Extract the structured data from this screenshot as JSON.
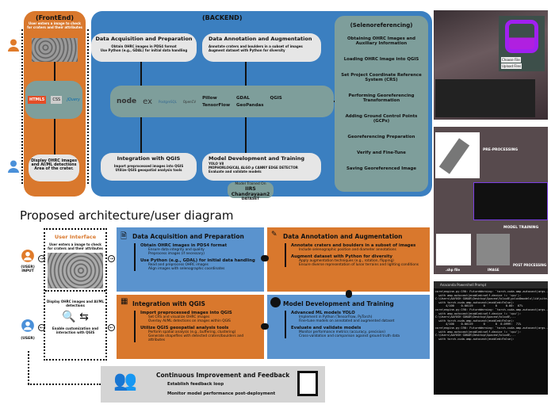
{
  "frontend": {
    "title": "(FrontEnd)",
    "input_text": "User enters a image to check for craters and their attributes",
    "tech": [
      "HTML5",
      "CSS",
      "jQuery"
    ],
    "display_text": "Display OHRC images and AI/ML detections Area of the crater."
  },
  "backend": {
    "title": "(BACKEND)",
    "acq": {
      "title": "Data Acquisition and Preparation",
      "items": [
        "Obtain OHRC images in PDS4 format",
        "Use Python (e.g., GDAL) for initial data handling"
      ]
    },
    "annot": {
      "title": "Data Annotation and Augmentation",
      "items": [
        "Annotate craters and boulders in a subset of images",
        "Augment dataset with Python for diversity"
      ]
    },
    "tech": {
      "logos": [
        "node",
        "ex",
        "PostgreSQL",
        "OpenCV"
      ],
      "libs": [
        "Pillow",
        "GDAL",
        "QGIS",
        "TensorFlow",
        "GeoPandas"
      ]
    },
    "integ": {
      "title": "Integration with QGIS",
      "items": [
        "Import preprocessed images into QGIS",
        "Utilize QGIS geospatial analysis tools"
      ]
    },
    "model": {
      "title": "Model Development and Training",
      "items": [
        "YOLO V8",
        "MOPHORLOGICAL ALGO p CANNY EDGE DETECTOR",
        "Evaluate and validate models"
      ]
    },
    "trained_on": {
      "label": "Model Trained On",
      "name": "IIRS Chandrayaan2",
      "sub": "DATASET"
    }
  },
  "seleno": {
    "title": "(Selenoreferencing)",
    "steps": [
      "Obtaining OHRC Images and Auxiliary Information",
      "Loading OHRC Image into QGIS",
      "Set Project Coordinate Reference System (CRS)",
      "Performing Georeferencing Transformation",
      "Adding Ground Control Points (GCPs)",
      "Georeferencing Preparation",
      "Verify and Fine-Tune",
      "Saving Georeferenced Image"
    ]
  },
  "diagram_title": "Proposed architecture/user diagram",
  "ui": {
    "title": "User Interface",
    "input_text": "User enters a image to check for craters and their attributes",
    "display_text": "Display OHRC images and AI/ML detections",
    "custom_text": "Enable customization and interaction with QGIS",
    "user_input": "(USER) INPUT",
    "user": "(USER)"
  },
  "cards": {
    "acq": {
      "title": "Data Acquisition and Preparation",
      "m1": "Obtain OHRC images in PDS4 format",
      "s1": [
        "Ensure data integrity and quality",
        "Preprocess images (if necessary)"
      ],
      "m2": "Use Python (e.g., GDAL) for initial data handling",
      "s2": [
        "Read and preprocess OHRC images",
        "Align images with selenographic coordinates"
      ]
    },
    "annot": {
      "title": "Data Annotation and Augmentation",
      "m1": "Annotate craters and boulders in a subset of images",
      "s1": [
        "Include selenographic position and diameter annotations"
      ],
      "m2": "Augment dataset with Python for diversity",
      "s2": [
        "Apply augmentation techniques (e.g., rotation, flipping)",
        "Ensure diverse representation of lunar terrains and lighting conditions"
      ]
    },
    "integ": {
      "title": "Integration with QGIS",
      "m1": "Import preprocessed images into QGIS",
      "s1": [
        "Set CRS and visualize OHRC images",
        "Overlay AI/ML detections on images within QGIS"
      ],
      "m2": "Utilize QGIS geospatial analysis tools",
      "s2": [
        "Perform spatial analysis (e.g., buffering, clustering)",
        "Generate shapefiles with detected craters/boulders and attributes"
      ]
    },
    "model": {
      "title": "Model Development and Training",
      "m1": "Advanced ML models  YOLO",
      "s1": [
        "Implement in Python (TensorFlow, PyTorch)",
        "Fine-tune models on annotated and augmented dataset"
      ],
      "m2": "Evaluate and validate models",
      "s2": [
        "Monitor performance metrics (accuracy, precision)",
        "Cross-validation and comparison against ground truth data"
      ]
    },
    "cont": {
      "title": "Continuous Improvement and Feedback",
      "items": [
        "Establish feedback loop",
        "Monitor model performance post-deployment"
      ]
    }
  },
  "side": {
    "upload": {
      "choose": "Choose File",
      "upload": "Upload Files"
    },
    "pipeline": {
      "pre": "PRE-PROCESSING",
      "train": "MODEL TRAINING",
      "post": "POST PROCESSING",
      "shp": ".shp file",
      "image": "IMAGE"
    },
    "terminal": {
      "tab": "Anaconda Powershell Prompt",
      "text": "core\\engine.py:190: FutureWarning: `torch.cuda.amp.autocast(args...)` is deprecated. Please use `torch.amp.autocast('cuda', args...)` instead.\n  with amp.autocast(enabled=self.device != 'cpu'):\nC:\\Users\\AAYUSH GOKAR\\Desktop\\Spacea\\Yolov8\\yolov8models\\lib\\site-packages\\ultralytics\\...\n  with torch.cuda.amp.autocast(enabled=False):\n      4/100    0.00119      0      0     0.00:  67%\ncore\\engine.py:190: FutureWarning: `torch.cuda.amp.autocast(args...)` is deprecated.\n  with amp.autocast(enabled=self.device != 'cpu'):\nC:\\Users\\AAYUSH GOKAR\\Desktop\\Spacea\\Yolov8\\...\n  with torch.cuda.amp.autocast(enabled=False):\n      4/100    0.00119      0      0  0.0999:  71%\ncore\\engine.py:190: FutureWarning: `torch.cuda.amp.autocast(args...)`\n  with amp.autocast(enabled=self.device != 'cpu'):\nC:\\Users\\AAYUSH GOKAR\\Desktop\\Spacea\\Yolov8\\...\n  with torch.cuda.amp.autocast(enabled=False):"
    }
  },
  "colors": {
    "orange": "#d9782d",
    "blue": "#3b7fc0",
    "teal": "#7e9e9b",
    "pipeline_bg": "#574a4d",
    "user_orange": "#e07b2a",
    "user_blue": "#4a90d9"
  }
}
